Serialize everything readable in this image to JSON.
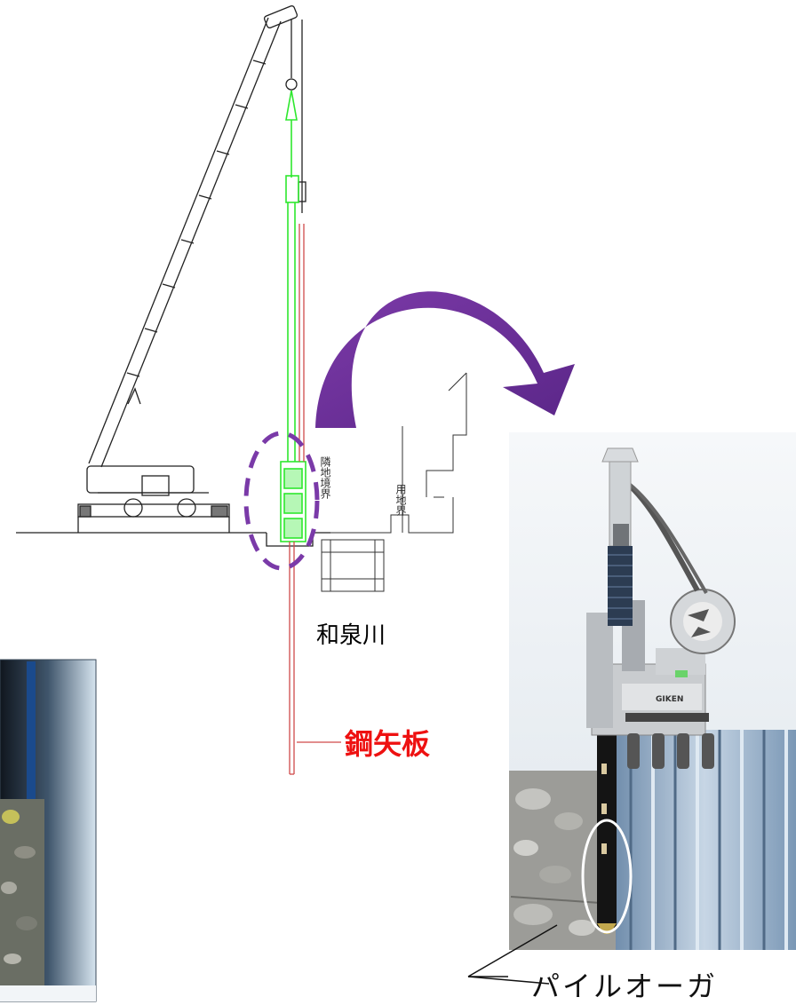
{
  "labels": {
    "river": "和泉川",
    "steel_sheet_pile": "鋼矢板",
    "pile_auger": "パイルオーガ",
    "boundary_a": "隣地境界",
    "boundary_b": "用地界",
    "machine_logo": "GIKEN"
  },
  "colors": {
    "pile_label": "#ee1111",
    "arrow": "#6b2e9a",
    "highlight_ellipse": "#7a3aa8",
    "press_unit": "#2ee82e",
    "sheet_pile": "#d04a4a",
    "photo_sheet_piles": "#8aa2bd"
  }
}
